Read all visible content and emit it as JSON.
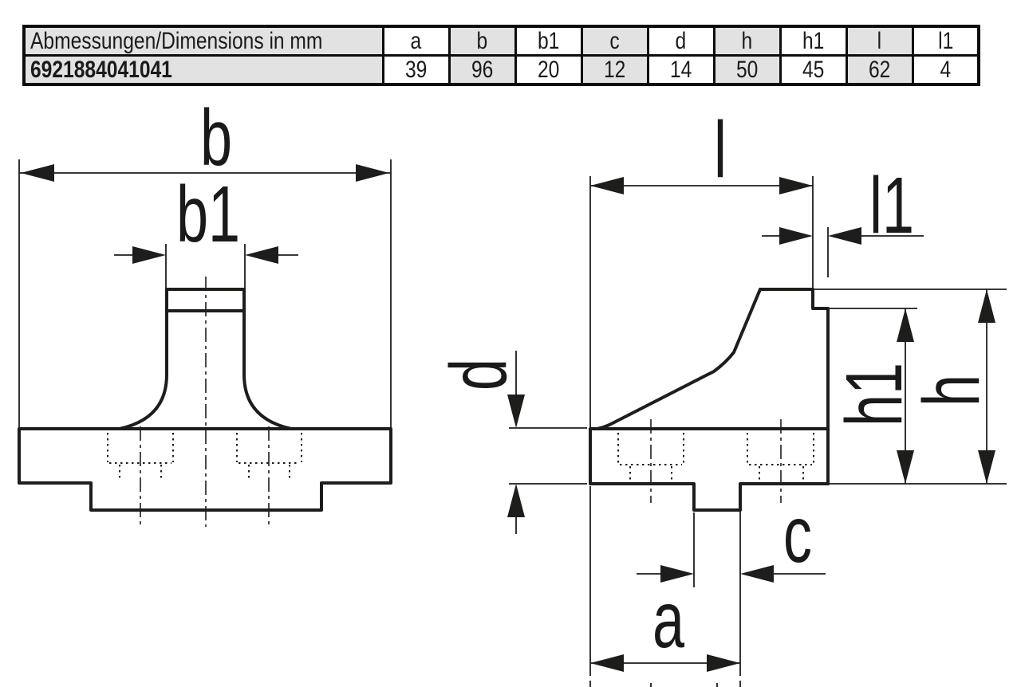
{
  "table": {
    "title": "Abmessungen/Dimensions in mm",
    "part_number": "6921884041041",
    "columns": [
      "a",
      "b",
      "b1",
      "c",
      "d",
      "h",
      "h1",
      "l",
      "l1"
    ],
    "values": [
      "39",
      "96",
      "20",
      "12",
      "14",
      "50",
      "45",
      "62",
      "4"
    ]
  },
  "drawing": {
    "front_view": {
      "dim_b": "b",
      "dim_b1": "b1"
    },
    "side_view": {
      "dim_l": "l",
      "dim_l1": "l1",
      "dim_d": "d",
      "dim_h1": "h1",
      "dim_h": "h",
      "dim_c": "c",
      "dim_a": "a"
    }
  },
  "colors": {
    "line": "#1d1d1b",
    "cell_gray": "#e2e2e2",
    "background": "#ffffff",
    "text": "#1a1a1a"
  }
}
